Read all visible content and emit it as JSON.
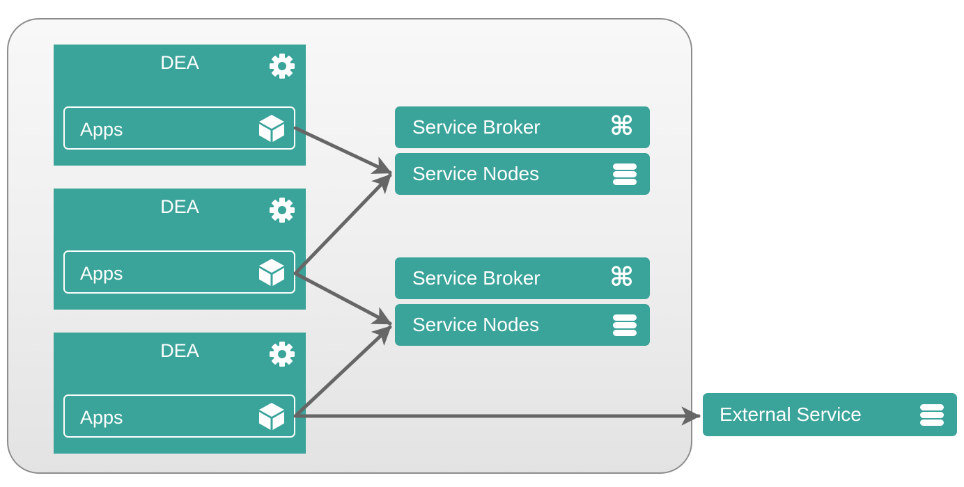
{
  "deas": [
    {
      "title": "DEA",
      "apps_label": "Apps"
    },
    {
      "title": "DEA",
      "apps_label": "Apps"
    },
    {
      "title": "DEA",
      "apps_label": "Apps"
    }
  ],
  "service_groups": [
    {
      "broker_label": "Service Broker",
      "nodes_label": "Service Nodes"
    },
    {
      "broker_label": "Service Broker",
      "nodes_label": "Service Nodes"
    }
  ],
  "external_service": {
    "label": "External Service"
  },
  "icons": {
    "dea": "gear-icon",
    "apps": "cube-icon",
    "broker": "command-icon",
    "nodes": "database-icon",
    "external": "database-icon",
    "command_glyph": "⌘"
  },
  "colors": {
    "node_fill": "#3aa39a",
    "arrow": "#666666",
    "container_border": "#8c8c8c"
  }
}
